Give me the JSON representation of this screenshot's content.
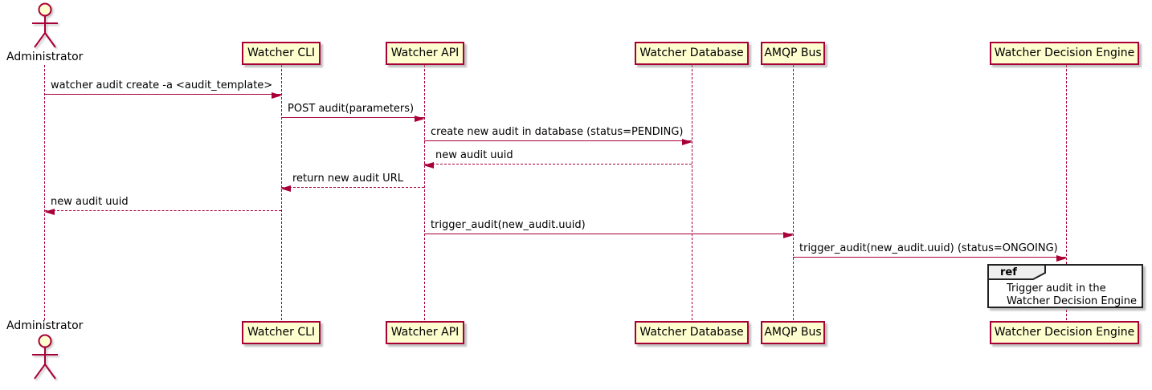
{
  "diagram": {
    "type": "sequence-diagram",
    "participants": [
      {
        "label": "Administrator",
        "kind": "actor"
      },
      {
        "label": "Watcher CLI",
        "kind": "participant"
      },
      {
        "label": "Watcher API",
        "kind": "participant"
      },
      {
        "label": "Watcher Database",
        "kind": "participant"
      },
      {
        "label": "AMQP Bus",
        "kind": "participant"
      },
      {
        "label": "Watcher Decision Engine",
        "kind": "participant"
      }
    ],
    "messages": [
      {
        "from": "Administrator",
        "to": "Watcher CLI",
        "label": "watcher audit create -a <audit_template>",
        "line": "solid",
        "direction": "right"
      },
      {
        "from": "Watcher CLI",
        "to": "Watcher API",
        "label": "POST audit(parameters)",
        "line": "solid",
        "direction": "right"
      },
      {
        "from": "Watcher API",
        "to": "Watcher Database",
        "label": "create new audit in database (status=PENDING)",
        "line": "solid",
        "direction": "right"
      },
      {
        "from": "Watcher Database",
        "to": "Watcher API",
        "label": "new audit uuid",
        "line": "dashed",
        "direction": "left"
      },
      {
        "from": "Watcher API",
        "to": "Watcher CLI",
        "label": "return new audit URL",
        "line": "dashed",
        "direction": "left"
      },
      {
        "from": "Watcher CLI",
        "to": "Administrator",
        "label": "new audit uuid",
        "line": "dashed",
        "direction": "left"
      },
      {
        "from": "Watcher API",
        "to": "AMQP Bus",
        "label": "trigger_audit(new_audit.uuid)",
        "line": "solid",
        "direction": "right"
      },
      {
        "from": "AMQP Bus",
        "to": "Watcher Decision Engine",
        "label": "trigger_audit(new_audit.uuid) (status=ONGOING)",
        "line": "solid",
        "direction": "right"
      }
    ],
    "ref_fragment": {
      "keyword": "ref",
      "over": "Watcher Decision Engine",
      "line1": "Trigger audit in the",
      "line2": "Watcher Decision Engine"
    },
    "colors": {
      "participant_fill": "#FEFECE",
      "participant_border": "#A80036",
      "arrow": "#A80036",
      "text": "#000000",
      "ref_border": "#222222",
      "ref_header_fill": "#EEEEEE"
    }
  }
}
